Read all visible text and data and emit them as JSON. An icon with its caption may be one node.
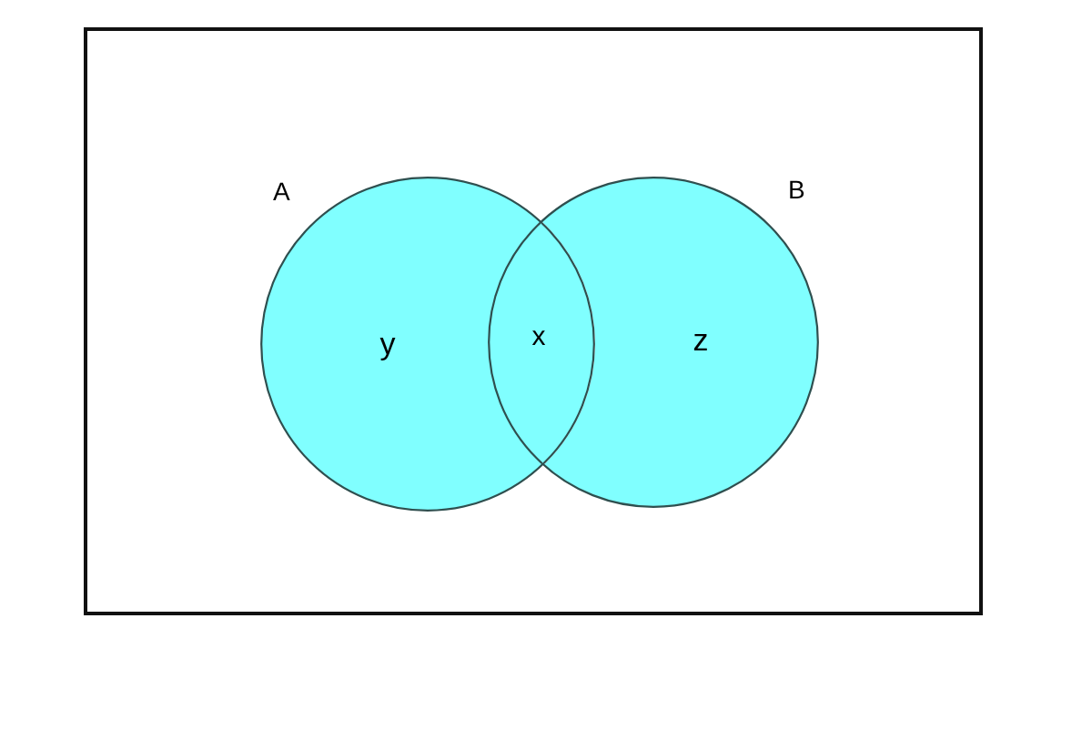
{
  "diagram": {
    "nodes": [
      {
        "text": [],
        "shape": "box"
      },
      {
        "text": [
          "A",
          "y"
        ],
        "in": 0
      },
      {
        "text": [
          "B",
          "z"
        ],
        "in": 0
      }
    ],
    "labels": [
      "x"
    ]
  }
}
